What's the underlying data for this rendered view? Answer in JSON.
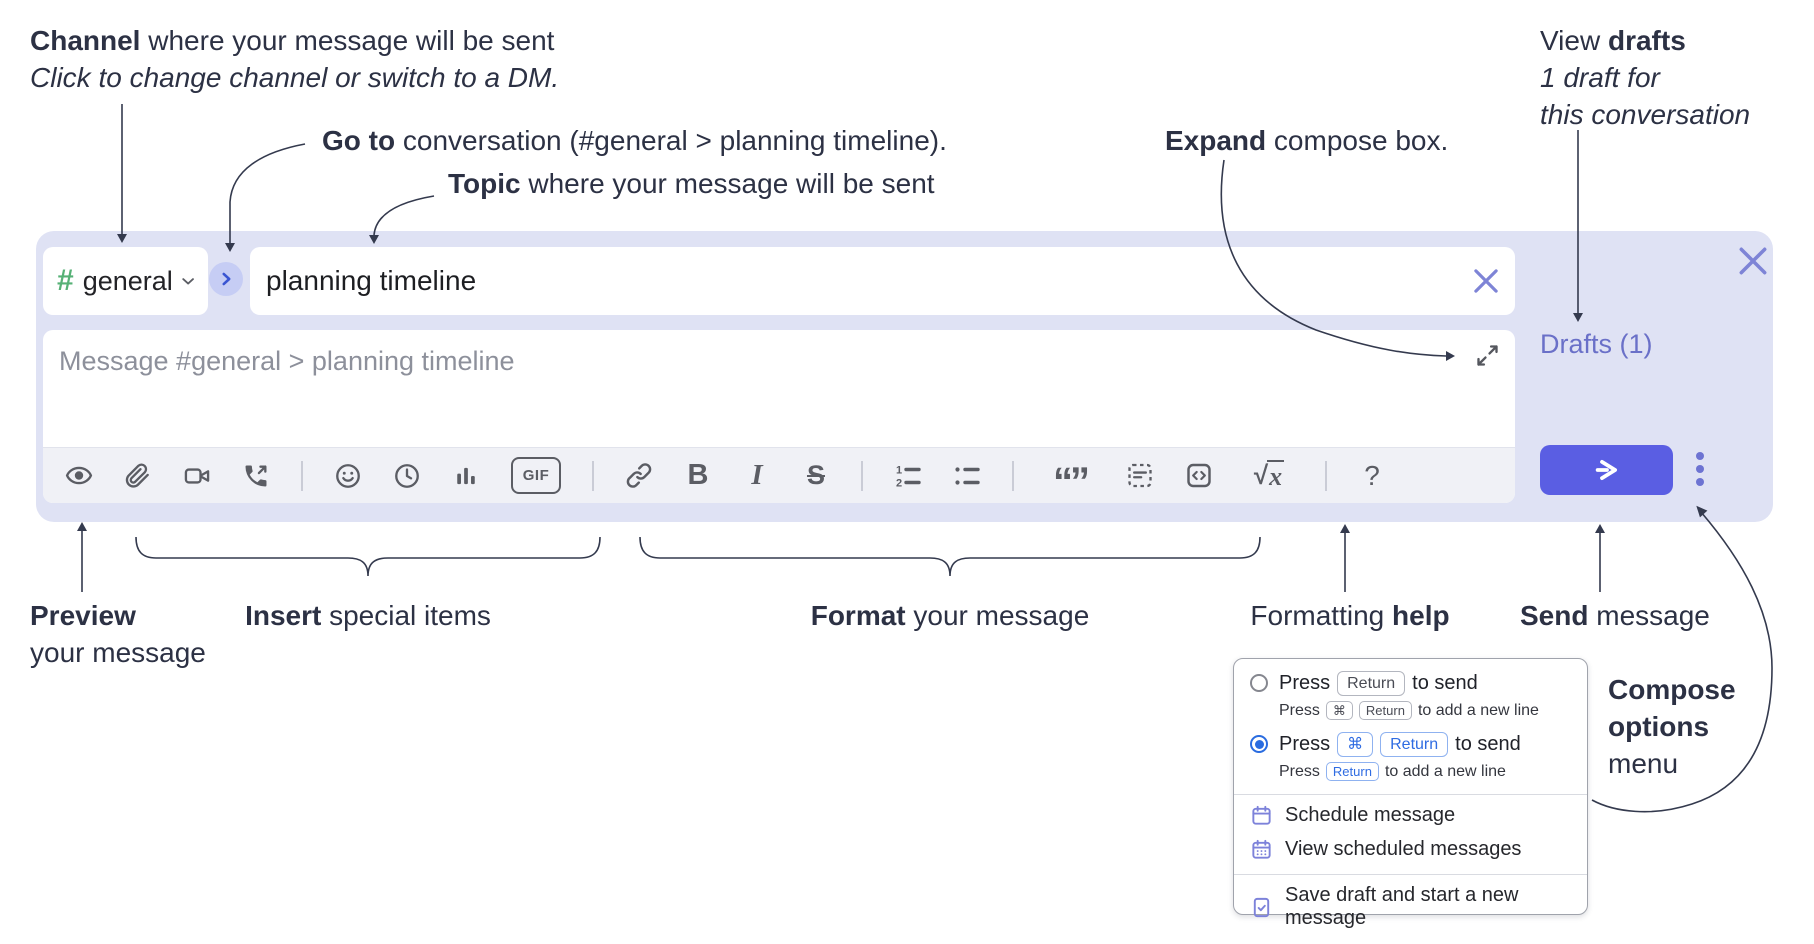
{
  "annotations": {
    "channel": {
      "bold": "Channel",
      "rest": " where your message will be sent",
      "line2": "Click to change channel or switch to a DM."
    },
    "goto": {
      "bold": "Go to",
      "rest": " conversation (#general > planning timeline)."
    },
    "topic": {
      "bold": "Topic",
      "rest": " where your message will be sent"
    },
    "expand": {
      "bold": "Expand",
      "rest": " compose box."
    },
    "view_drafts": {
      "pre": "View ",
      "bold": "drafts",
      "line2": "1 draft for",
      "line3": "this conversation"
    },
    "preview": {
      "bold": "Preview",
      "line2": "your message"
    },
    "insert": {
      "bold": "Insert",
      "rest": " special items"
    },
    "format": {
      "bold": "Format",
      "rest": " your message"
    },
    "help": {
      "pre": "Formatting ",
      "bold": "help"
    },
    "send": {
      "bold": "Send",
      "rest": " message"
    },
    "compose_options": {
      "bold1": "Compose",
      "bold2": "options",
      "line3": "menu"
    }
  },
  "compose": {
    "channel_selector": {
      "hash": "#",
      "name": "general"
    },
    "topic_input": {
      "value": "planning timeline"
    },
    "message_input": {
      "placeholder": "Message #general > planning timeline"
    },
    "drafts_link": "Drafts (1)",
    "toolbar": {
      "bold": "B",
      "italic": "I",
      "strike": "S",
      "gif": "GIF",
      "quote": "“”",
      "sqrt_sign": "√",
      "sqrt_x": "x",
      "help": "?"
    }
  },
  "popup": {
    "press": "Press",
    "row1": {
      "key": "Return",
      "tail": "to send",
      "sub_key1": "⌘",
      "sub_key2": "Return",
      "sub_tail": "to add a new line"
    },
    "row2": {
      "key1": "⌘",
      "key2": "Return",
      "tail": "to send",
      "sub_key": "Return",
      "sub_tail": "to add a new line"
    },
    "items": [
      {
        "label": "Schedule message",
        "icon": "calendar-icon"
      },
      {
        "label": "View scheduled messages",
        "icon": "calendar-grid-icon"
      },
      {
        "label": "Save draft and start a new message",
        "icon": "document-check-icon"
      }
    ]
  },
  "icons": {
    "preview": "eye",
    "attach": "paperclip",
    "video": "video-camera",
    "call": "phone-outgoing",
    "emoji": "smiley-face",
    "clock": "clock",
    "poll": "bar-chart",
    "gif": "gif-box",
    "link": "chain-link",
    "ordered_list": "numbered-list",
    "bullet_list": "bulleted-list",
    "quote": "double-quotes",
    "snippet": "dashed-code-block",
    "code": "angle-brackets-box",
    "math": "square-root-x",
    "help": "question-mark",
    "expand": "diagonal-resize-arrows",
    "close": "x",
    "clear": "x",
    "send": "send-arrow",
    "more": "vertical-ellipsis",
    "go": "chevron-right-circle",
    "channel_chevron": "chevron-down"
  },
  "colors": {
    "compose_bg": "#dfe2f4",
    "accent_indigo": "#5a5ee3",
    "drafts_link": "#6a70c8",
    "icon_gray": "#5b5d64",
    "hash_green": "#56b176",
    "go_arrow_blue": "#3a55d2",
    "radio_selected_blue": "#2a6ce0",
    "key_blue": "#2f6ce2",
    "menu_icon_purple": "#7d82da",
    "annotation_text": "#2c3144"
  }
}
